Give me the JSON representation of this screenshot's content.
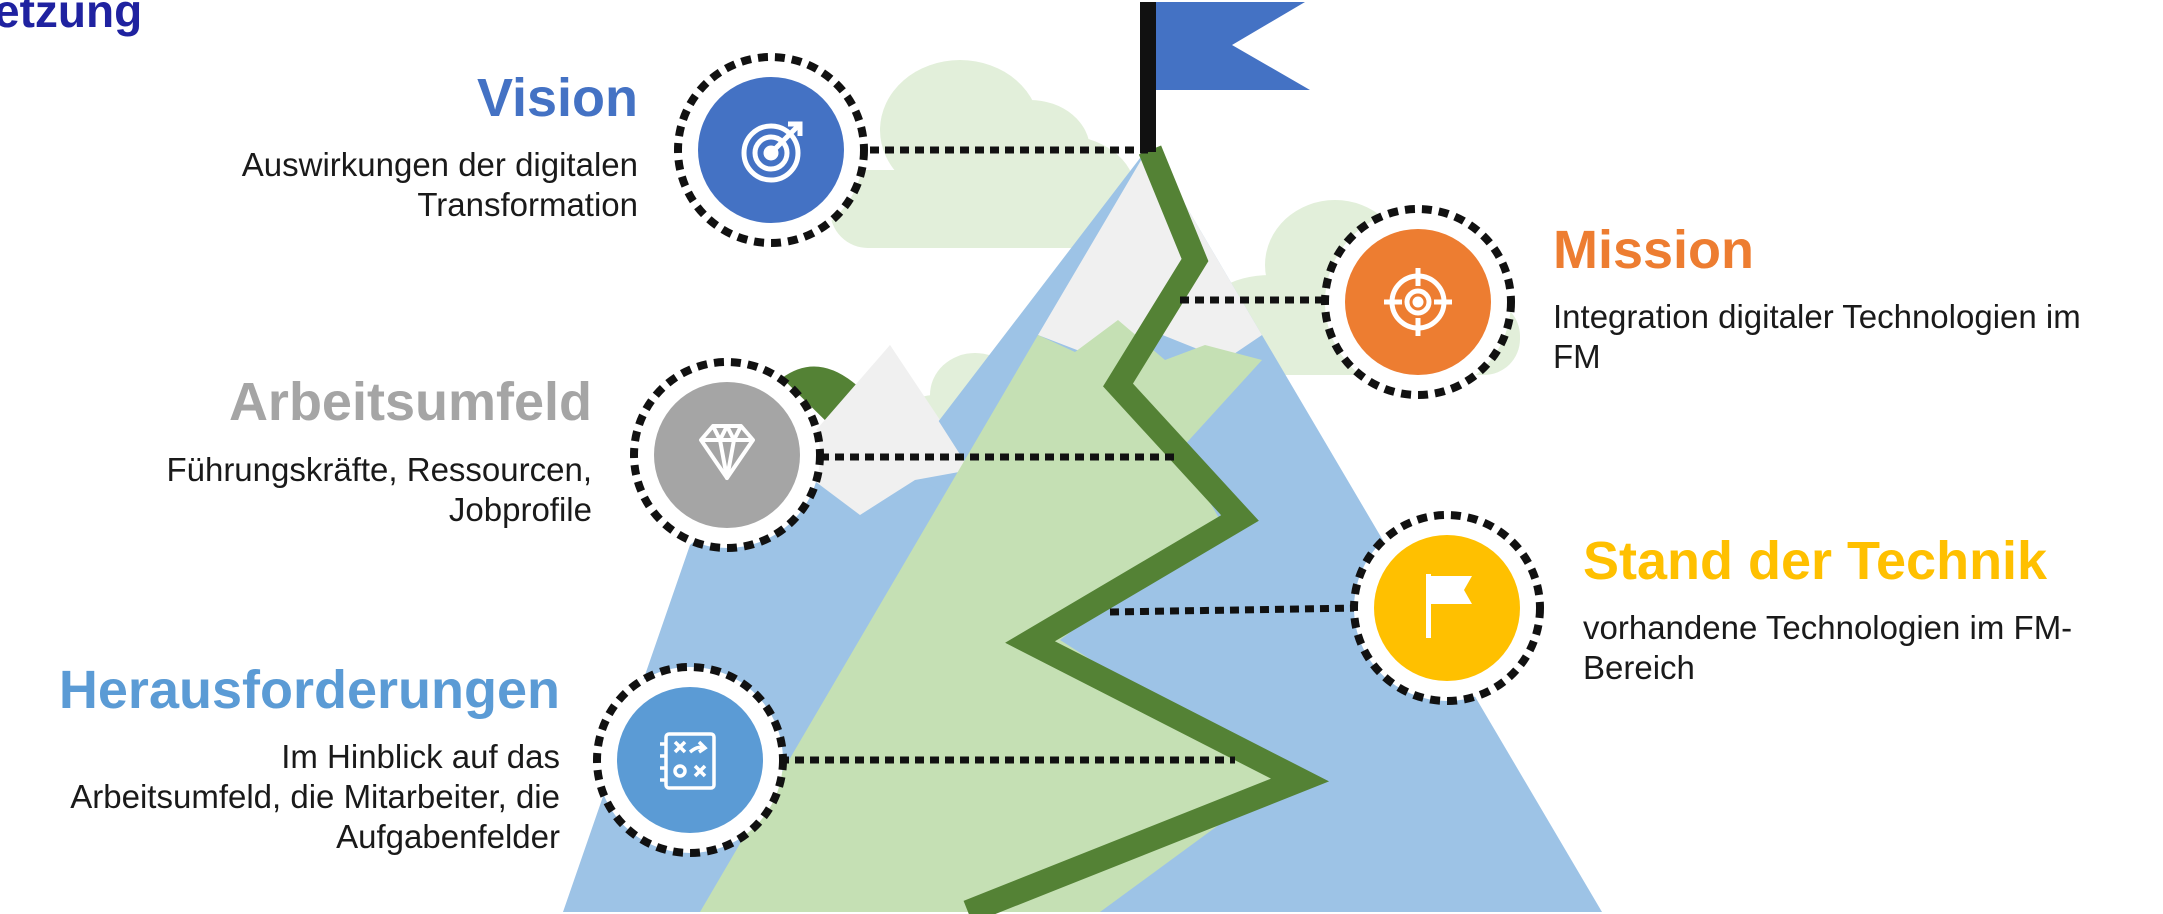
{
  "heading": "etzung",
  "colors": {
    "vision": "#4472c4",
    "mission": "#ed7d31",
    "arbeitsumfeld": "#a5a5a5",
    "technik": "#ffc000",
    "herausforderungen": "#5b9bd5",
    "mountain_blue": "#9dc3e6",
    "mountain_green": "#c5e0b4",
    "path_green": "#548235",
    "snow": "#f0f0f0",
    "cloud": "#e2efda",
    "flag": "#4472c4"
  },
  "items": {
    "vision": {
      "title": "Vision",
      "desc_line1": "Auswirkungen der digitalen",
      "desc_line2": "Transformation",
      "icon": "target-arrow-icon"
    },
    "mission": {
      "title": "Mission",
      "desc_line1": "Integration digitaler Technologien im",
      "desc_line2": "FM",
      "icon": "crosshair-icon"
    },
    "arbeitsumfeld": {
      "title": "Arbeitsumfeld",
      "desc_line1": "Führungskräfte, Ressourcen,",
      "desc_line2": "Jobprofile",
      "icon": "diamond-icon"
    },
    "technik": {
      "title": "Stand der Technik",
      "desc_line1": "vorhandene Technologien im FM-",
      "desc_line2": "Bereich",
      "icon": "flag-icon"
    },
    "herausforderungen": {
      "title": "Herausforderungen",
      "desc_line1": "Im Hinblick auf das",
      "desc_line2": "Arbeitsumfeld, die Mitarbeiter, die",
      "desc_line3": "Aufgabenfelder",
      "icon": "strategy-board-icon"
    }
  }
}
